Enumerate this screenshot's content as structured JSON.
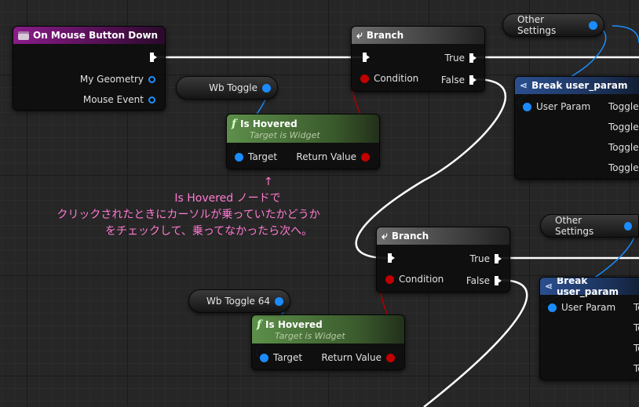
{
  "nodes": {
    "mouse_down": {
      "title": "On Mouse Button Down",
      "pins": {
        "my_geometry": "My Geometry",
        "mouse_event": "Mouse Event"
      }
    },
    "branch1": {
      "title": "Branch",
      "true_label": "True",
      "condition_label": "Condition",
      "false_label": "False"
    },
    "branch2": {
      "title": "Branch",
      "true_label": "True",
      "condition_label": "Condition",
      "false_label": "False"
    },
    "is_hovered1": {
      "title": "Is Hovered",
      "subtitle": "Target is Widget",
      "target_label": "Target",
      "return_label": "Return Value"
    },
    "is_hovered2": {
      "title": "Is Hovered",
      "subtitle": "Target is Widget",
      "target_label": "Target",
      "return_label": "Return Value"
    },
    "break1": {
      "title": "Break user_param",
      "user_param": "User Param",
      "outputs": [
        "Toggle",
        "Toggle",
        "Toggle",
        "Toggle"
      ]
    },
    "break2": {
      "title": "Break user_param",
      "user_param": "User Param",
      "outputs": [
        "To",
        "To",
        "To",
        "To"
      ]
    }
  },
  "variables": {
    "other_settings_1": "Other Settings",
    "other_settings_2": "Other Settings",
    "wb_toggle": "Wb Toggle",
    "wb_toggle_64": "Wb Toggle 64"
  },
  "annotation": {
    "arrow": "↑",
    "line1": "Is Hovered ノードで",
    "line2": "クリックされたときにカーソルが乗っていたかどうか",
    "line3": "をチェックして、乗ってなかったら次へ。"
  },
  "colors": {
    "event_header": "#8a1c8a",
    "branch_header": "#6e6e6e",
    "function_header": "#5d8f4a",
    "break_header": "#2b4f8e",
    "object_pin": "#1a8cff",
    "bool_pin": "#c20000",
    "annotation_text": "#ff7ad1"
  }
}
